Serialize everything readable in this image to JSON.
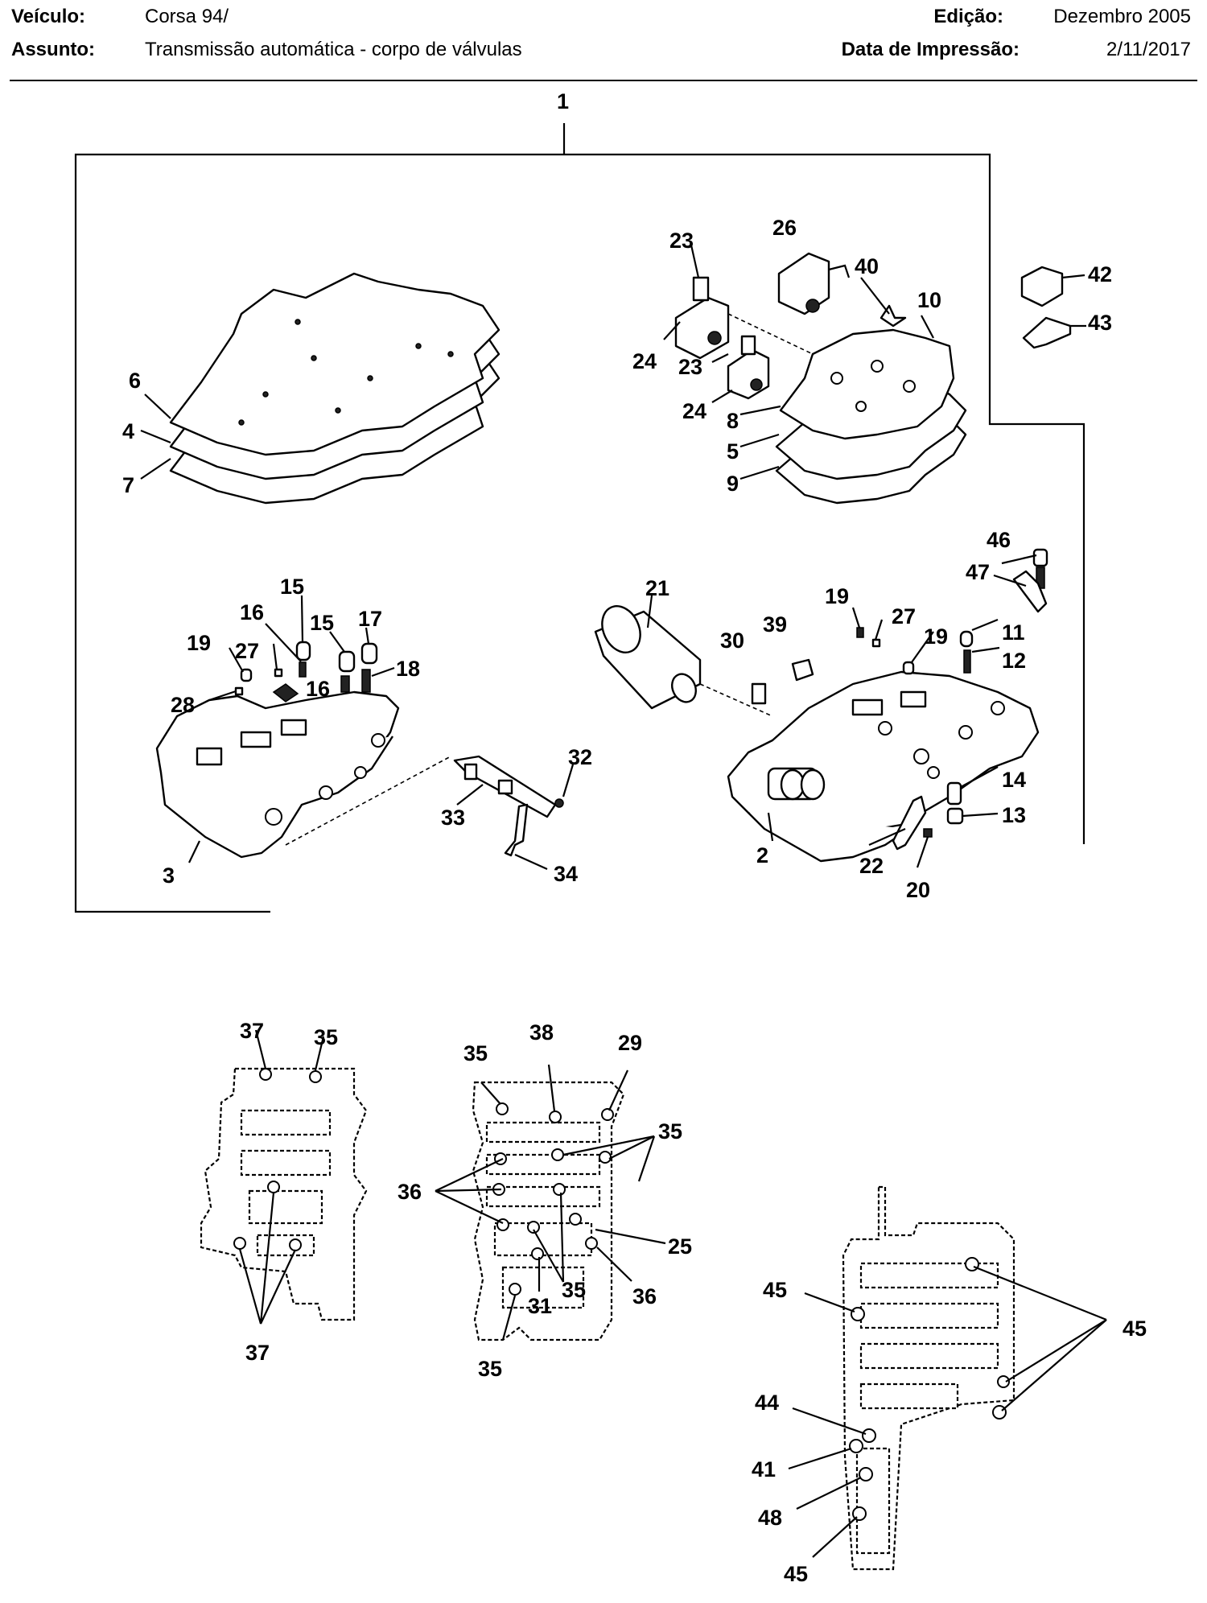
{
  "header": {
    "vehicle_label": "Veículo:",
    "vehicle_value": "Corsa 94/",
    "subject_label": "Assunto:",
    "subject_value": "Transmissão automática - corpo de válvulas",
    "edition_label": "Edição:",
    "edition_value": "Dezembro 2005",
    "print_label": "Data de Impressão:",
    "print_value": "2/11/2017"
  },
  "callouts": {
    "c1": "1",
    "c2": "2",
    "c3": "3",
    "c4": "4",
    "c5": "5",
    "c6": "6",
    "c7": "7",
    "c8": "8",
    "c9": "9",
    "c10": "10",
    "c11": "11",
    "c12": "12",
    "c13": "13",
    "c14": "14",
    "c15a": "15",
    "c15b": "15",
    "c16a": "16",
    "c16b": "16",
    "c17": "17",
    "c18": "18",
    "c19a": "19",
    "c19b": "19",
    "c19c": "19",
    "c20": "20",
    "c21": "21",
    "c22": "22",
    "c23a": "23",
    "c23b": "23",
    "c24a": "24",
    "c24b": "24",
    "c25": "25",
    "c26": "26",
    "c27a": "27",
    "c27b": "27",
    "c28": "28",
    "c29": "29",
    "c30": "30",
    "c31": "31",
    "c32": "32",
    "c33": "33",
    "c34": "34",
    "c35a": "35",
    "c35b": "35",
    "c35c": "35",
    "c35d": "35",
    "c35e": "35",
    "c36a": "36",
    "c36b": "36",
    "c37a": "37",
    "c37b": "37",
    "c38": "38",
    "c39": "39",
    "c40": "40",
    "c41": "41",
    "c42": "42",
    "c43": "43",
    "c44": "44",
    "c45a": "45",
    "c45b": "45",
    "c45c": "45",
    "c46": "46",
    "c47": "47",
    "c48": "48"
  }
}
